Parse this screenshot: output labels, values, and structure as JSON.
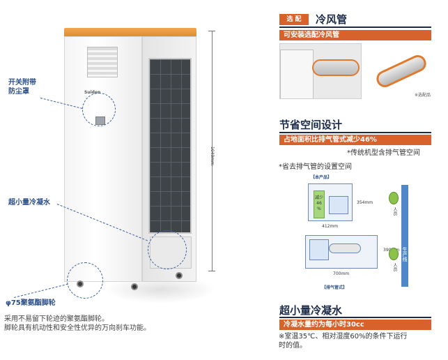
{
  "left": {
    "brand": "Suiden",
    "callout_switch": "开关附带\n防尘罩",
    "callout_drain": "超小量冷凝水",
    "callout_caster": "φ75聚氨酯脚轮",
    "dimension": "1049mm",
    "caster_description": "采用不易留下轮迹的聚氨酯脚轮。\n脚轮具有机动性和安全性优异的万向刹车功能。"
  },
  "option": {
    "badge": "选 配",
    "title": "冷风管",
    "bar": "可安装选配冷风管",
    "photo_tag": "※选配品"
  },
  "space": {
    "title": "节省空间设计",
    "bar": "占地面积比排气管式减少46%",
    "note_right": "*传统机型含排气管空间",
    "note_left": "*省去排气管的设置空间",
    "diagram": {
      "label_this": "【本产品】",
      "label_exhaust": "【排气管式】",
      "reduce": "减少\n46\n%",
      "dim_354": "354mm",
      "dim_412": "412mm",
      "dim_390": "390mm",
      "dim_700": "700mm",
      "person": "人员",
      "production_line": "生产线"
    }
  },
  "condense": {
    "title": "超小量冷凝水",
    "bar": "冷凝水量约为每小时30cc",
    "note": "※室温35℃、相对湿度60%的条件下运行\n时的值。"
  },
  "colors": {
    "accent": "#d8622b",
    "navy": "#1c2b4a",
    "callout": "#2c4f8a"
  }
}
